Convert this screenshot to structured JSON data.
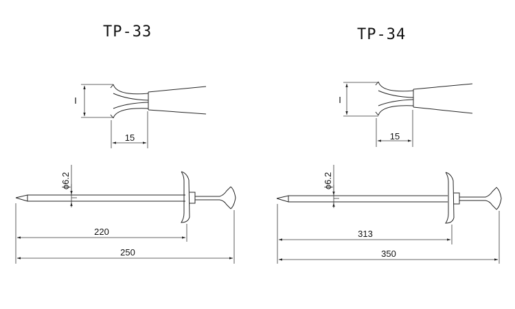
{
  "products": [
    {
      "title": "TP-33",
      "detail": {
        "gap_label": "I",
        "depth_label": "15"
      },
      "overall": {
        "diameter_label": "ϕ6.2",
        "shaft_length_label": "220",
        "total_length_label": "250"
      }
    },
    {
      "title": "TP-34",
      "detail": {
        "gap_label": "I",
        "depth_label": "15"
      },
      "overall": {
        "diameter_label": "ϕ6.2",
        "shaft_length_label": "313",
        "total_length_label": "350"
      }
    }
  ]
}
